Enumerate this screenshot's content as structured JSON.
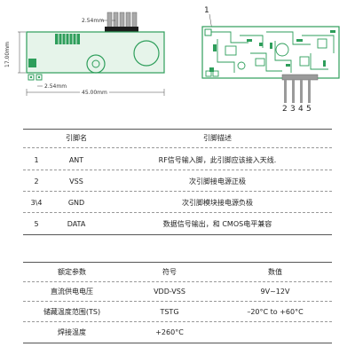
{
  "diagram": {
    "dim_pitch_top": "2.54mm",
    "dim_height": "17.00mm",
    "dim_pitch_bottom": "2.54mm",
    "dim_width": "45.00mm",
    "pin_header_label": "1",
    "pin_labels": [
      "2",
      "3",
      "4",
      "5"
    ]
  },
  "pin_table": {
    "headers": [
      "引脚名",
      "引脚描述"
    ],
    "rows": [
      {
        "num": "1",
        "name": "ANT",
        "desc": "RF信号输入脚，此引脚应该接入天线."
      },
      {
        "num": "2",
        "name": "VSS",
        "desc": "次引脚接电源正极"
      },
      {
        "num": "3\\4",
        "name": "GND",
        "desc": "次引脚模块接电源负极"
      },
      {
        "num": "5",
        "name": "DATA",
        "desc": "数据信号输出，和 CMOS电平兼容"
      }
    ]
  },
  "spec_table": {
    "headers": [
      "额定参数",
      "符号",
      "数值"
    ],
    "rows": [
      {
        "param": "直流供电电压",
        "symbol": "VDD-VSS",
        "value": "9V~12V"
      },
      {
        "param": "储藏温度范围(TS)",
        "symbol": "TSTG",
        "value": "–20°C to +60°C"
      },
      {
        "param": "焊接温度",
        "symbol": "+260°C",
        "value": ""
      }
    ]
  },
  "colors": {
    "pcb_green": "#2e9e5b",
    "pcb_light": "#e9f5ec",
    "metal": "#9a9a9a"
  }
}
